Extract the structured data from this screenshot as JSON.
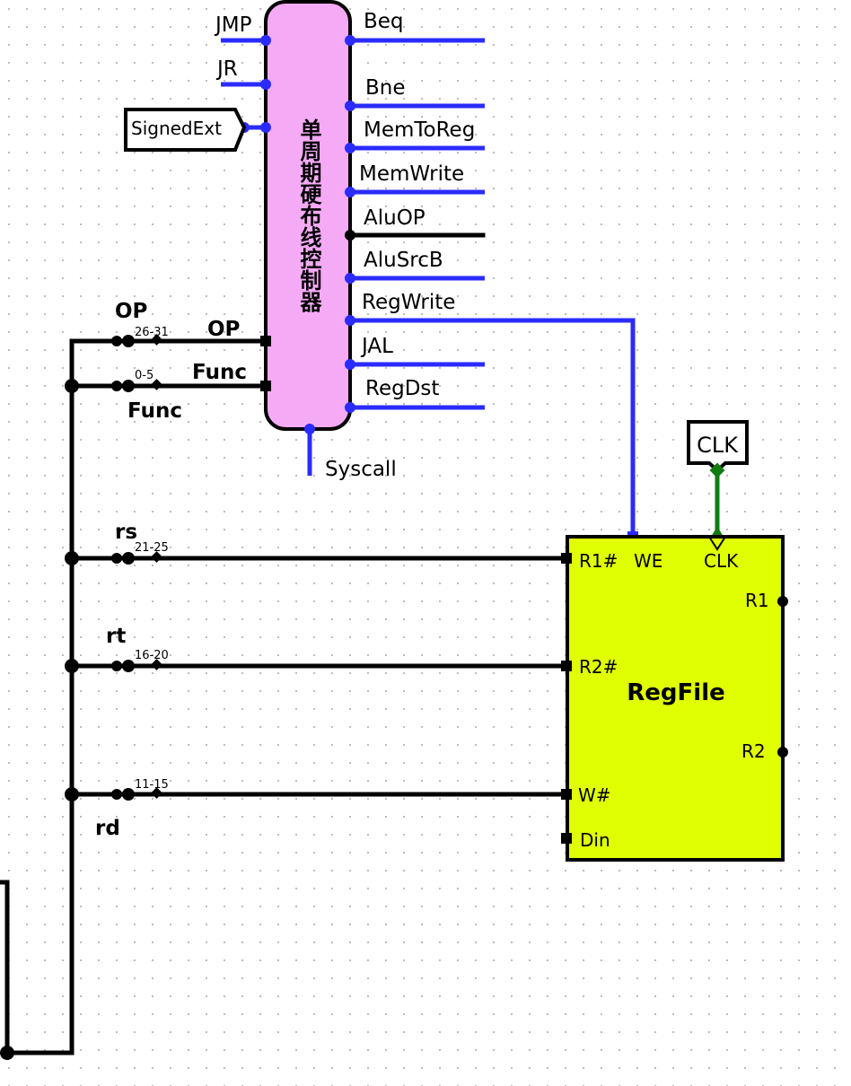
{
  "colors": {
    "blue_wire": "#2b2bff",
    "black_wire": "#000000",
    "green_wire": "#107c10",
    "controller_fill": "#f4aaf4",
    "regfile_fill": "#e0ff00",
    "grid_dot": "#b9b9b9"
  },
  "controller": {
    "title": "单周期硬布线控制器",
    "inputs": {
      "jmp": "JMP",
      "jr": "JR",
      "op": "OP",
      "func": "Func"
    },
    "outputs": {
      "beq": "Beq",
      "bne": "Bne",
      "memtoreg": "MemToReg",
      "memwrite": "MemWrite",
      "aluop": "AluOP",
      "alusrcb": "AluSrcB",
      "regwrite": "RegWrite",
      "jal": "JAL",
      "regdst": "RegDst",
      "syscall": "Syscall"
    }
  },
  "tunnels": {
    "signedext": "SignedExt",
    "clk": "CLK"
  },
  "splitters": [
    {
      "name": "OP",
      "bits": "26-31"
    },
    {
      "name": "Func",
      "bits": "0-5"
    },
    {
      "name": "rs",
      "bits": "21-25"
    },
    {
      "name": "rt",
      "bits": "16-20"
    },
    {
      "name": "rd",
      "bits": "11-15"
    }
  ],
  "regfile": {
    "title": "RegFile",
    "pins": {
      "r1n": "R1#",
      "we": "WE",
      "clk": "CLK",
      "r1": "R1",
      "r2n": "R2#",
      "r2": "R2",
      "wn": "W#",
      "din": "Din"
    }
  }
}
